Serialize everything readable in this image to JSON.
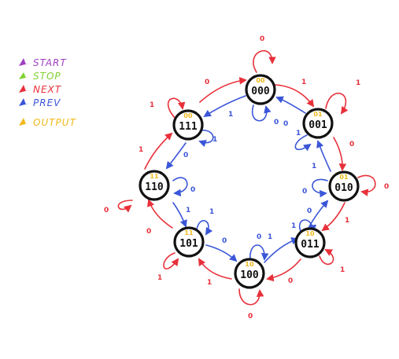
{
  "colors": {
    "start": "#a040c0",
    "stop": "#80d030",
    "next": "#e8303a",
    "prev": "#3a56d8",
    "output": "#f0b818"
  },
  "legend": [
    {
      "key": "start",
      "label": "START"
    },
    {
      "key": "stop",
      "label": "STOP"
    },
    {
      "key": "next",
      "label": "NEXT"
    },
    {
      "key": "prev",
      "label": "PREV"
    },
    {
      "key": "output",
      "label": "OUTPUT"
    }
  ],
  "states": [
    {
      "id": "s000",
      "code": "000",
      "output": "00"
    },
    {
      "id": "s001",
      "code": "001",
      "output": "01"
    },
    {
      "id": "s010",
      "code": "010",
      "output": "01"
    },
    {
      "id": "s011",
      "code": "011",
      "output": "10"
    },
    {
      "id": "s100",
      "code": "100",
      "output": "10"
    },
    {
      "id": "s101",
      "code": "101",
      "output": "11"
    },
    {
      "id": "s110",
      "code": "110",
      "output": "11"
    },
    {
      "id": "s111",
      "code": "111",
      "output": "00"
    }
  ],
  "transitions": {
    "next_labels": [
      "1",
      "0",
      "1",
      "0",
      "1",
      "0",
      "1",
      "0"
    ],
    "prev_labels": [
      "1",
      "0",
      "1",
      "0",
      "1",
      "0",
      "1",
      "0"
    ],
    "next_self_loop_labels": [
      "0",
      "1",
      "0",
      "1",
      "0",
      "1",
      "0",
      "1"
    ],
    "prev_self_loop_labels": [
      "0",
      "1",
      "0",
      "1",
      "0",
      "1",
      "0",
      "1"
    ]
  }
}
